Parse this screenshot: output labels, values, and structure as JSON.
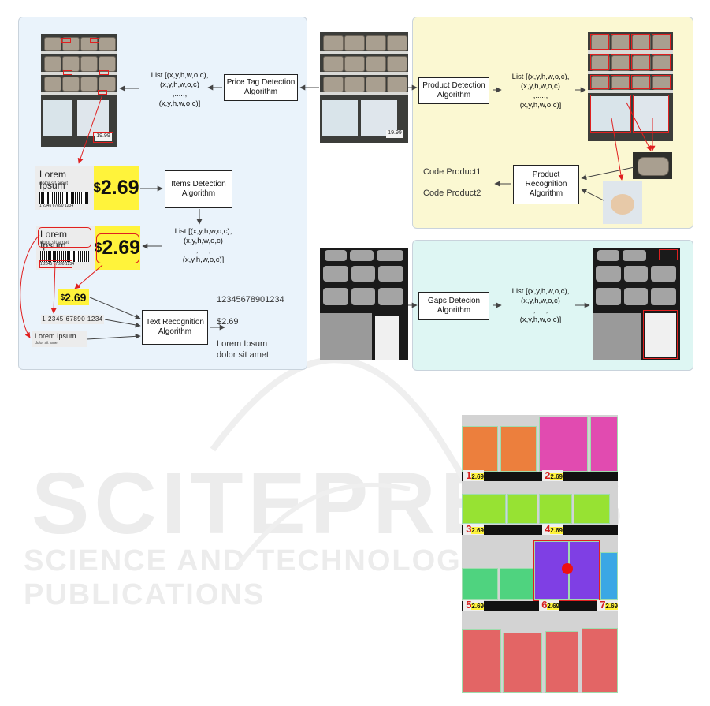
{
  "pipeline": {
    "price_tag_detection": "Price Tag Detection Algorithm",
    "items_detection": "Items Detection Algorithm",
    "text_recognition": "Text Recognition Algorithm",
    "product_detection": "Product Detection Algorithm",
    "product_recognition": "Product Recognition Algorithm",
    "gaps_detection": "Gaps Detecion Algorithm"
  },
  "lists": {
    "tag_list": [
      "List [(x,y,h,w,o,c),",
      "(x,y,h,w,o,c)",
      ",.....,",
      "(x,y,h,w,o,c)]"
    ],
    "item_list": [
      "List [(x,y,h,w,o,c),",
      "(x,y,h,w,o,c)",
      ",.....,",
      "(x,y,h,w,o,c)]"
    ],
    "product_list": [
      "List [(x,y,h,w,o,c),",
      "(x,y,h,w,o,c)",
      ",.....,",
      "(x,y,h,w,o,c)]"
    ],
    "gap_list": [
      "List [(x,y,h,w,o,c),",
      "(x,y,h,w,o,c)",
      ",.....,",
      "(x,y,h,w,o,c)]"
    ]
  },
  "price_tag": {
    "name": "Lorem Ipsum",
    "subtitle": "dolor sit amet",
    "price_symbol": "$",
    "price_value": "2.69",
    "price_full": "$2.69",
    "barcode_text": "1 2345 67890 1234",
    "photo_tag": "19.99"
  },
  "outputs": {
    "barcode": "12345678901234",
    "price": "$2.69",
    "name": "Lorem Ipsum",
    "subtitle": "dolor sit amet"
  },
  "product_codes": [
    "Code Product1",
    "Code Product2"
  ],
  "planogram": {
    "prices": [
      "2.69",
      "2.69",
      "2.69",
      "2.69",
      "2.69",
      "2.69",
      "2.69"
    ],
    "numbers": [
      "1",
      "2",
      "3",
      "4",
      "5",
      "6",
      "7"
    ]
  },
  "watermark": {
    "main": "SCITEPRESS",
    "sub": "SCIENCE AND TECHNOLOGY PUBLICATIONS"
  },
  "colors": {
    "blue_panel": "#eaf3fb",
    "yellow_panel": "#fbf8d2",
    "cyan_panel": "#def6f3",
    "tag_yellow": "#fff33b",
    "detect_red": "#e02020",
    "orange": "#ec7f3d",
    "magenta": "#e14bb0",
    "lime": "#97e233",
    "green": "#4fd37f",
    "purple": "#7f3fe4",
    "sky": "#3aa7e5",
    "salmon": "#e36565"
  }
}
